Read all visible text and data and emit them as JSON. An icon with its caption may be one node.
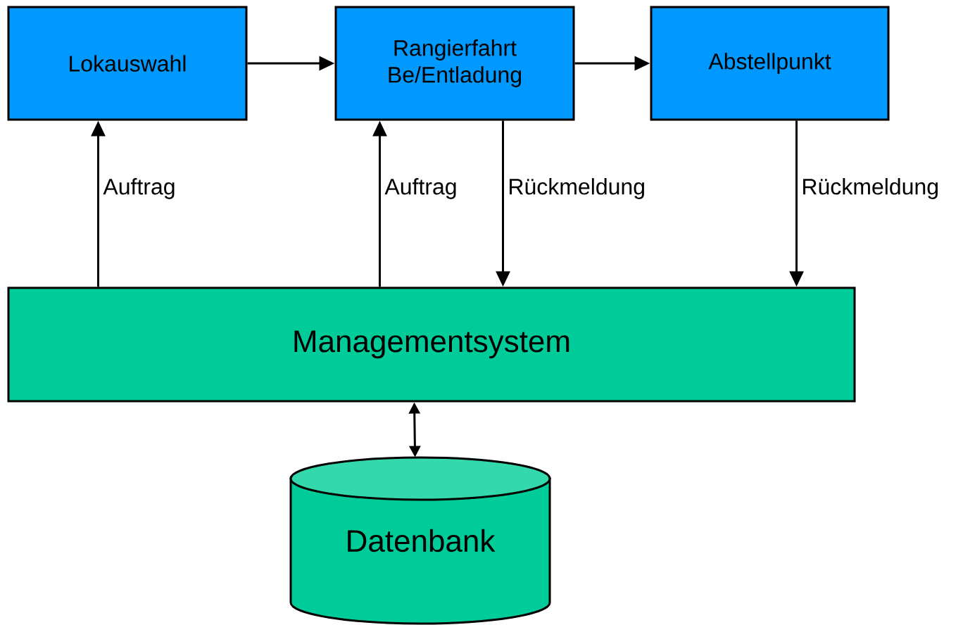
{
  "diagram": {
    "nodes": [
      {
        "text": [
          "Lokauswahl"
        ]
      },
      {
        "text": [
          "Rangierfahrt Be/Entladung"
        ]
      },
      {
        "text": [
          "Abstellpunkt"
        ]
      },
      {
        "text": [
          "Managementsystem"
        ]
      },
      {
        "text": [
          "Datenbank"
        ]
      }
    ],
    "edges": [
      {
        "from": 0,
        "to": 1,
        "arrow": "to"
      },
      {
        "from": 1,
        "to": 2,
        "arrow": "to"
      },
      {
        "from": 3,
        "to": 0,
        "arrow": "to",
        "label": "Auftrag"
      },
      {
        "from": 3,
        "to": 1,
        "arrow": "to",
        "label": "Auftrag"
      },
      {
        "from": 1,
        "to": 3,
        "arrow": "to",
        "label": "Rückmeldung"
      },
      {
        "from": 2,
        "to": 3,
        "arrow": "to",
        "label": "Rückmeldung"
      },
      {
        "from": 4,
        "to": 3,
        "arrow": "both"
      }
    ]
  }
}
